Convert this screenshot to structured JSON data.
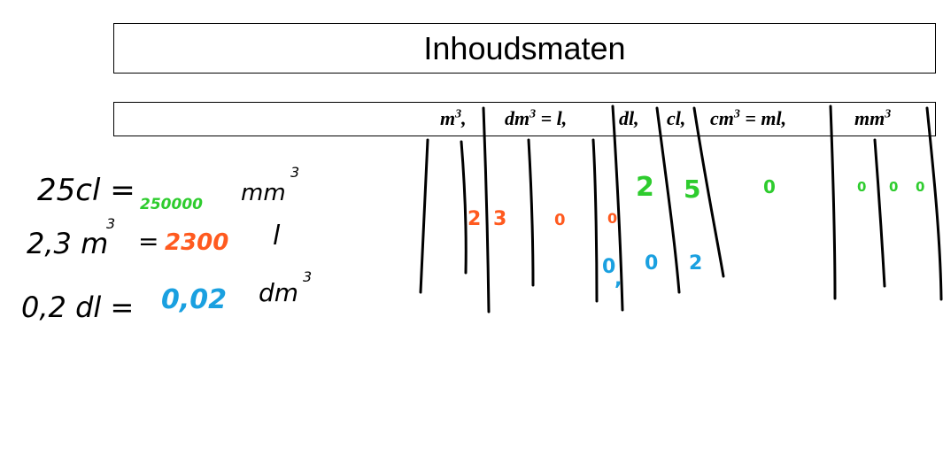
{
  "title": "Inhoudsmaten",
  "units": [
    {
      "base": "m",
      "exp": "3",
      "rest": ","
    },
    {
      "base": "dm",
      "exp": "3",
      "rest": " = l,"
    },
    {
      "base": "dl",
      "exp": "",
      "rest": ","
    },
    {
      "base": "cl",
      "exp": "",
      "rest": ","
    },
    {
      "base": "cm",
      "exp": "3",
      "rest": " = ml,"
    },
    {
      "base": "mm",
      "exp": "3",
      "rest": ""
    }
  ],
  "exercises": [
    {
      "given": "25cl =",
      "answer": "250000",
      "unit": "mm",
      "unit_exp": "3"
    },
    {
      "given": "2,3 m",
      "given_exp": "3",
      "eq": "=",
      "answer": "2300",
      "unit": "l"
    },
    {
      "given": "0,2 dl =",
      "answer": "0,02",
      "unit": "dm",
      "unit_exp": "3"
    }
  ],
  "table_marks": {
    "green": [
      "2",
      "5",
      "0",
      "0",
      "0",
      "0"
    ],
    "orange": [
      "2",
      "3",
      "0",
      "0"
    ],
    "blue": [
      "0",
      ",",
      "0",
      "2"
    ]
  },
  "colors": {
    "green": "#2ecc2e",
    "orange": "#ff5a1f",
    "blue": "#1aa0e0",
    "ink": "#000000"
  }
}
